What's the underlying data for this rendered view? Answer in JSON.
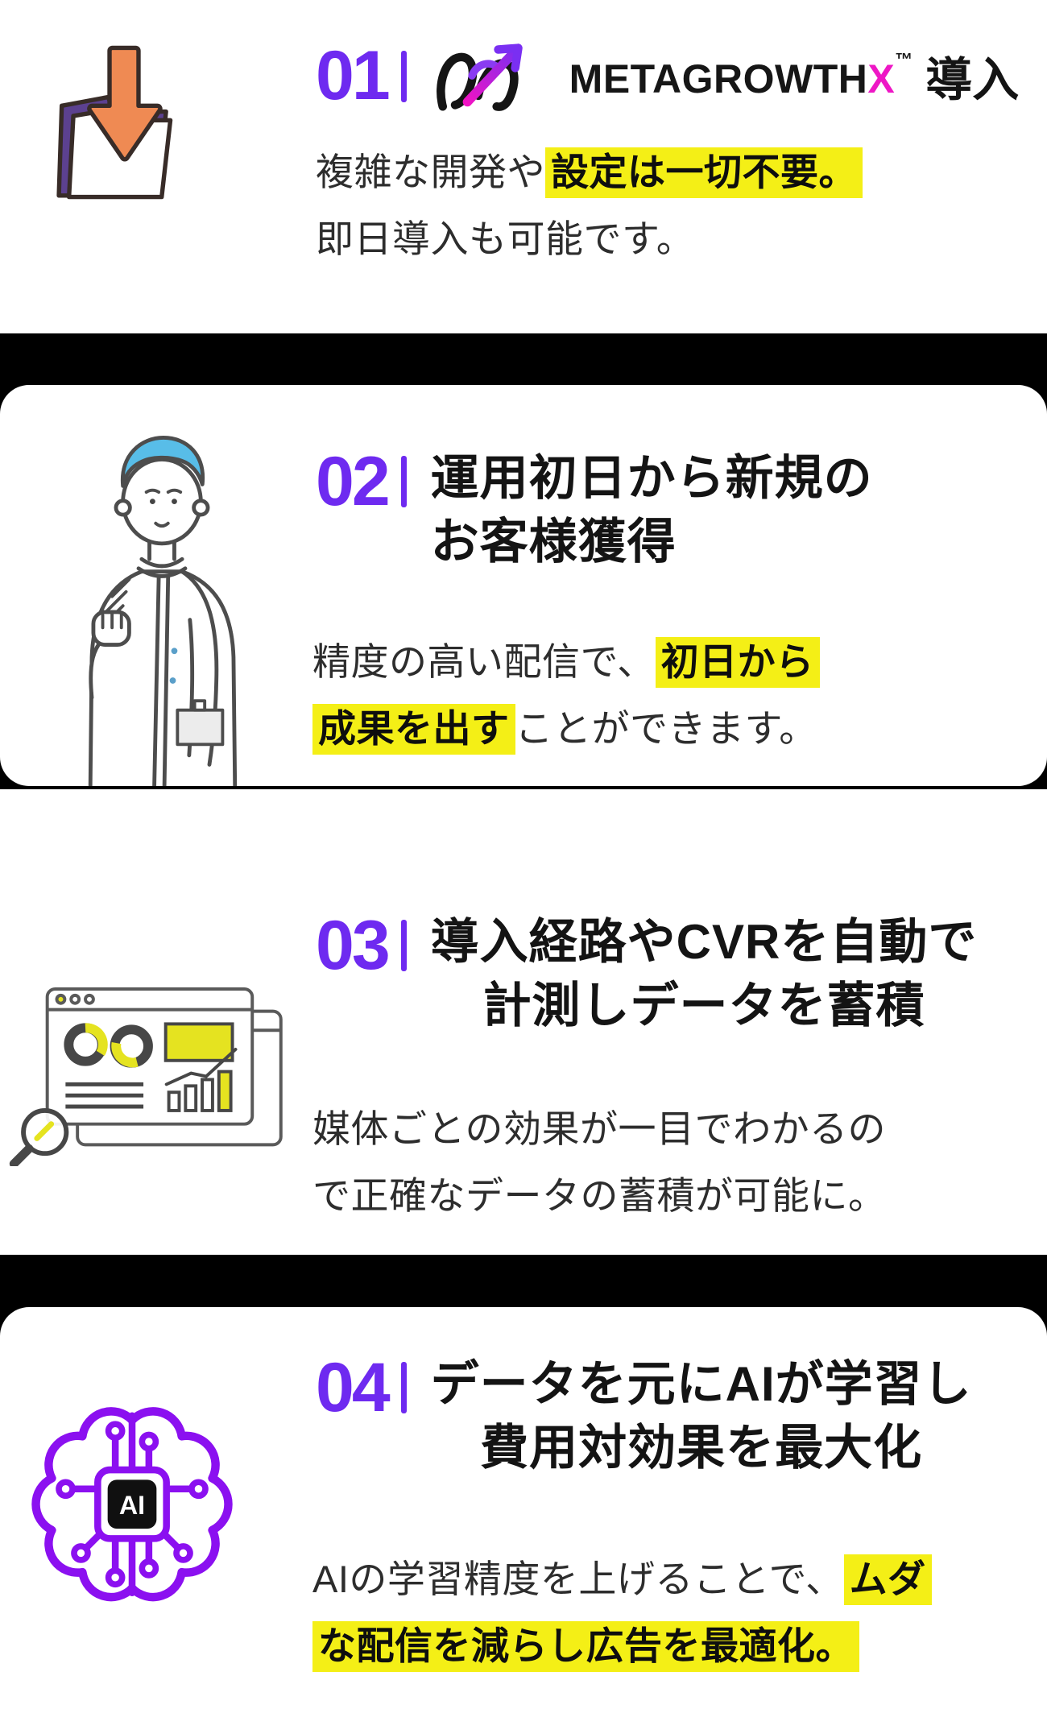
{
  "colors": {
    "accent_purple": "#6e2af0",
    "brand_magenta": "#ee17c5",
    "highlight_yellow": "#f4ef16",
    "band_black": "#000000",
    "brain_purple": "#8b10f0",
    "arrow_orange": "#ef8a53",
    "folder_purple": "#5c4190",
    "hair_blue": "#58bde8",
    "chart_yellow": "#e5e320"
  },
  "brand": {
    "name": "METAGROWTH",
    "x": "X",
    "tm": "™"
  },
  "steps": [
    {
      "number": "01",
      "title_suffix": "導入",
      "body": [
        {
          "segments": [
            {
              "text": "複雑な開発や",
              "highlight": false
            },
            {
              "text": "設定は一切不要。",
              "highlight": true
            }
          ]
        },
        {
          "segments": [
            {
              "text": "即日導入も可能です。",
              "highlight": false
            }
          ]
        }
      ]
    },
    {
      "number": "02",
      "title_lines": [
        "運用初日から新規の",
        "お客様獲得"
      ],
      "body": [
        {
          "segments": [
            {
              "text": "精度の高い配信で、",
              "highlight": false
            },
            {
              "text": "初日から",
              "highlight": true
            }
          ]
        },
        {
          "segments": [
            {
              "text": "成果を出す",
              "highlight": true
            },
            {
              "text": "ことができます。",
              "highlight": false
            }
          ]
        }
      ]
    },
    {
      "number": "03",
      "title_lines": [
        "導入経路やCVRを自動で",
        "計測しデータを蓄積"
      ],
      "body": [
        {
          "segments": [
            {
              "text": "媒体ごとの効果が一目でわかるの",
              "highlight": false
            }
          ]
        },
        {
          "segments": [
            {
              "text": "で正確なデータの蓄積が可能に。",
              "highlight": false
            }
          ]
        }
      ]
    },
    {
      "number": "04",
      "title_lines": [
        "データを元にAIが学習し",
        "費用対効果を最大化"
      ],
      "chip_label": "AI",
      "body": [
        {
          "segments": [
            {
              "text": "AIの学習精度を上げることで、",
              "highlight": false
            },
            {
              "text": "ムダ",
              "highlight": true
            }
          ]
        },
        {
          "segments": [
            {
              "text": "な配信を減らし広告を最適化。",
              "highlight": true
            }
          ]
        }
      ]
    }
  ]
}
